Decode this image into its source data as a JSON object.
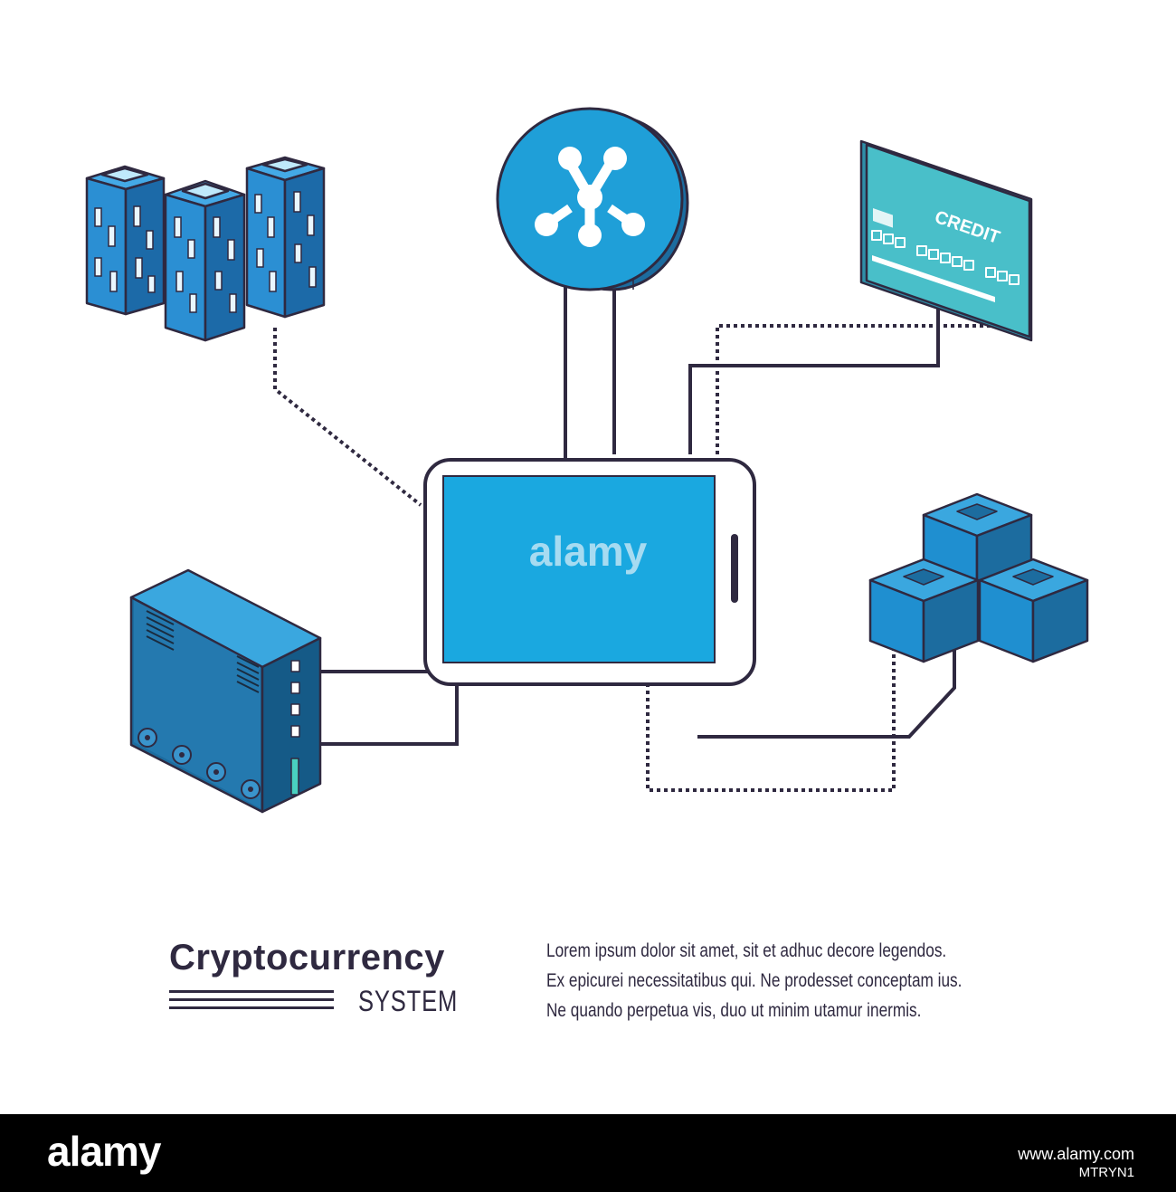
{
  "title": {
    "line1": "Cryptocurrency",
    "line2": "SYSTEM"
  },
  "body_lines": [
    "Lorem ipsum dolor sit amet, sit et adhuc decore legendos.",
    "Ex epicurei necessitatibus qui. Ne prodesset conceptam ius.",
    "Ne quando  perpetua vis, duo ut minim utamur inermis."
  ],
  "card": {
    "label": "CREDIT"
  },
  "watermark": {
    "center_text": "alamy"
  },
  "footer": {
    "logo": "alamy",
    "image_id": "MTRYN1",
    "url": "www.alamy.com"
  },
  "icons": [
    "buildings-icon",
    "ripple-coin-icon",
    "credit-card-icon",
    "tablet-icon",
    "server-icon",
    "blocks-icon"
  ],
  "colors": {
    "primary_blue": "#1f9fd8",
    "dark_blue": "#1c6c9f",
    "outline": "#2f2940",
    "card_teal": "#49bfc9"
  }
}
